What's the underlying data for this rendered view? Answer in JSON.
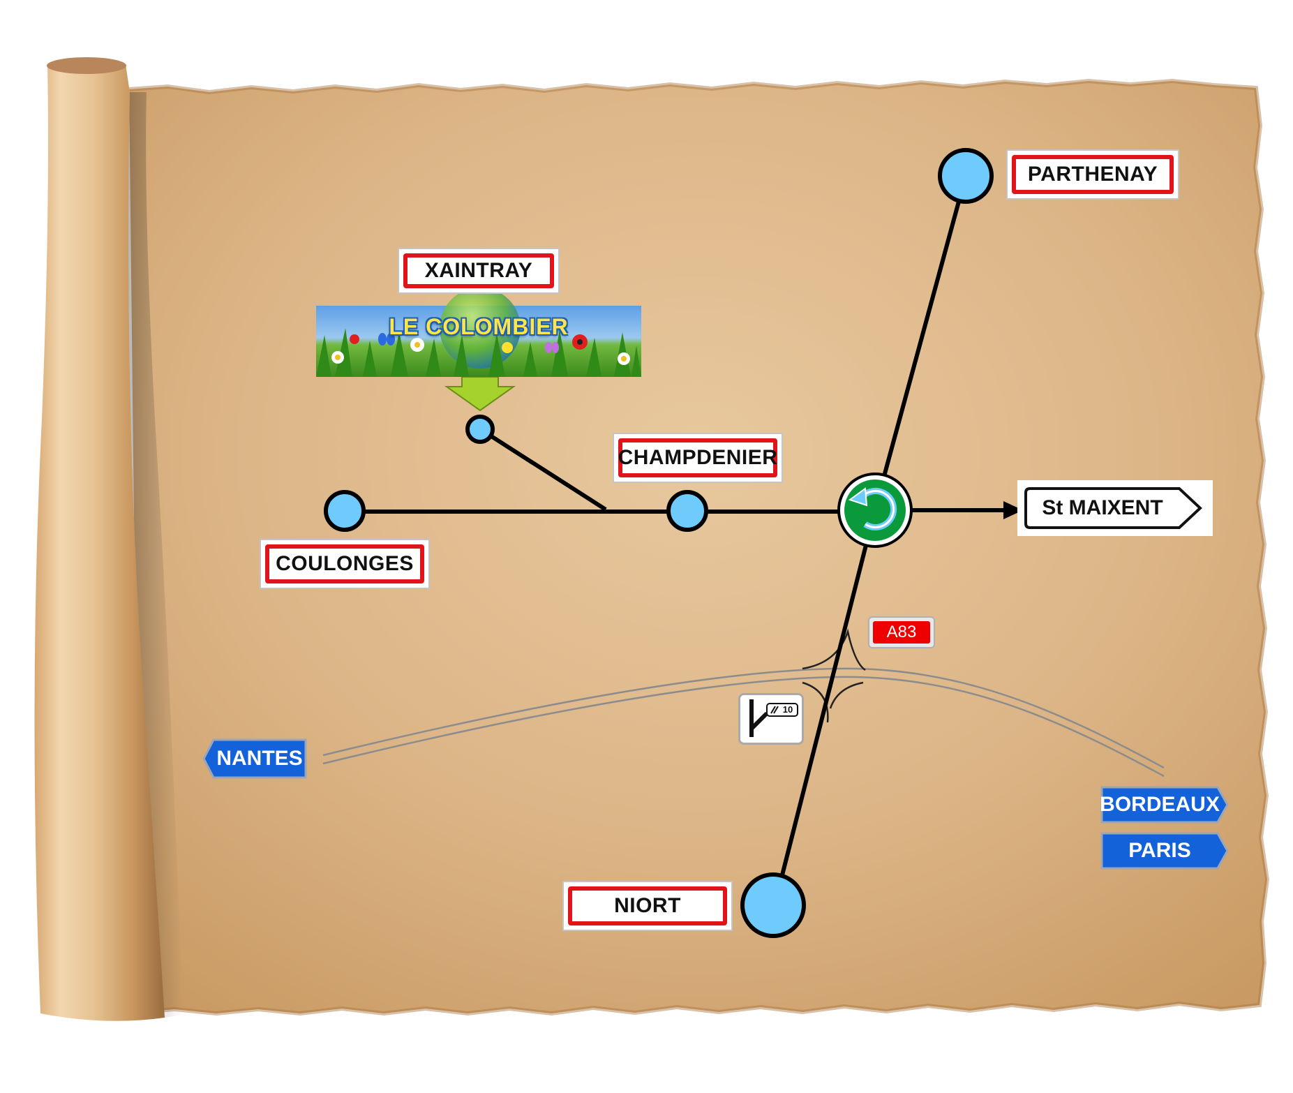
{
  "map": {
    "towns": {
      "parthenay": "PARTHENAY",
      "xaintray": "XAINTRAY",
      "champdenier": "CHAMPDENIER",
      "coulonges": "COULONGES",
      "niort": "NIORT"
    },
    "directions": {
      "st_maixent": "St MAIXENT",
      "nantes": "NANTES",
      "bordeaux": "BORDEAUX",
      "paris": "PARIS"
    },
    "motorway": "A83",
    "exit_number": "10",
    "destination": "LE COLOMBIER"
  },
  "colors": {
    "parchment": "#dcb587",
    "town_sign_border": "#e0141b",
    "node_fill": "#6ecbfb",
    "direction_sign_blue": "#1462d9",
    "roundabout_green": "#0a9a3c",
    "motorway_red": "#ee0000",
    "arrow_green": "#a5d22c"
  },
  "icons": [
    "roundabout-icon",
    "arrow-down-icon",
    "motorway-exit-icon",
    "flower-icon",
    "butterfly-icon"
  ]
}
